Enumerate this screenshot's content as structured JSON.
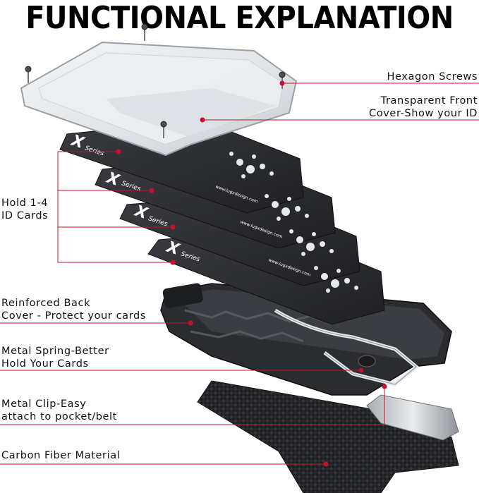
{
  "title": "FUNCTIONAL EXPLANATION",
  "callouts": {
    "hexagon_screws": "Hexagon Screws",
    "front_cover_line1": "Transparent Front",
    "front_cover_line2": "Cover-Show your ID",
    "cards_line1": "Hold 1-4",
    "cards_line2": "ID Cards",
    "back_cover_line1": "Reinforced Back",
    "back_cover_line2": "Cover - Protect your cards",
    "spring_line1": "Metal Spring-Better",
    "spring_line2": "Hold Your Cards",
    "clip_line1": "Metal Clip-Easy",
    "clip_line2": "attach to pocket/belt",
    "carbon": "Carbon Fiber Material"
  },
  "card_text": {
    "brand_x": "X",
    "brand_series": "Series",
    "url": "www.lugxdesign.com"
  },
  "colors": {
    "callout_line": "#c8102e",
    "card_dark": "#2b2d31",
    "cover_frame": "#b9bec4",
    "housing": "#2a2c30"
  }
}
